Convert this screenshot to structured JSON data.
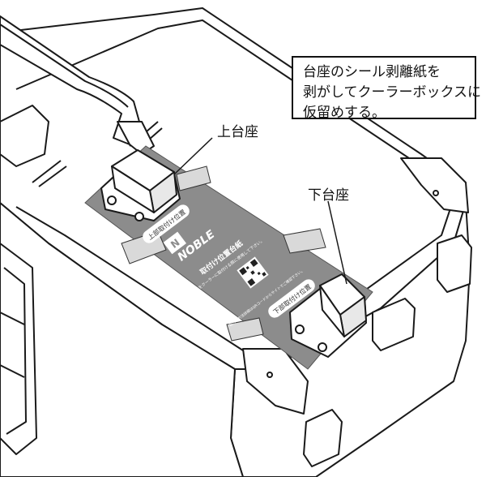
{
  "callout": {
    "line1": "台座のシール剥離紙を",
    "line2": "剥がしてクーラーボックスに",
    "line3": "仮留めする。"
  },
  "labels": {
    "upper_mount": "上台座",
    "lower_mount": "下台座"
  },
  "sheet": {
    "brand": "NOBLE",
    "upper_position_tag": "上部取付け位置",
    "lower_position_tag": "下部取付け位置",
    "center_title": "取付け位置台紙",
    "center_note": "台座をクーラーに取付ける際に使用して下さい。",
    "qr_note": "取付け方法詳細はQRコードからサイトでご確認下さい。"
  },
  "colors": {
    "sheet": "#8c8c8c",
    "line": "#1a1a1a",
    "background": "#ffffff"
  }
}
